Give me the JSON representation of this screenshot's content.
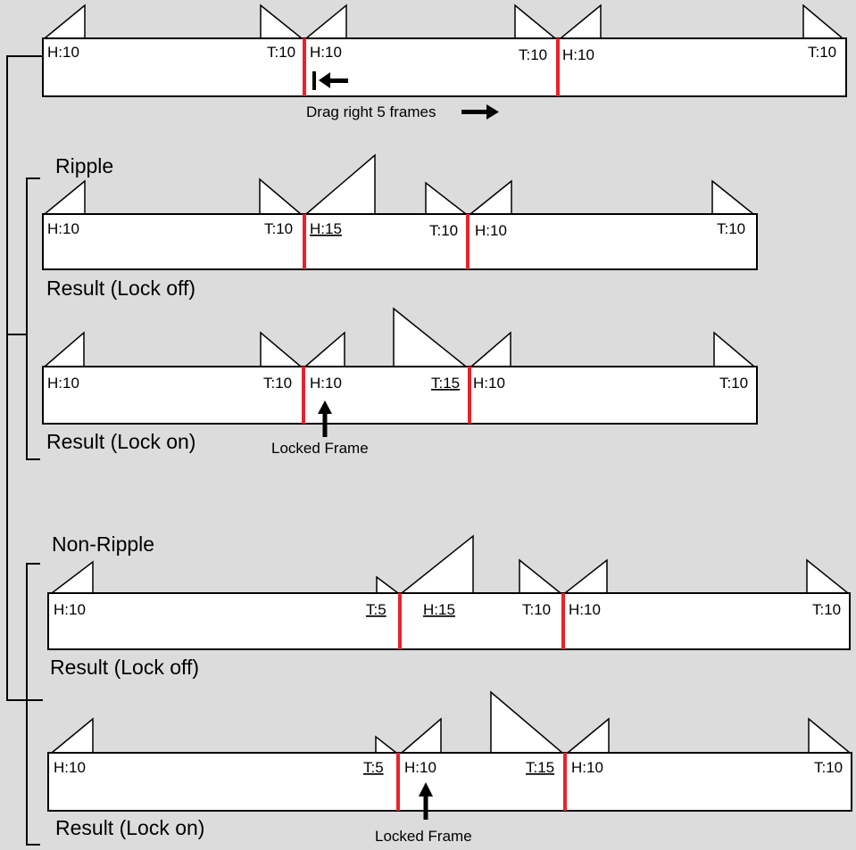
{
  "colors": {
    "background": "#dcdcdc",
    "cut_line": "#e8222b",
    "clip_fill": "#ffffff"
  },
  "top": {
    "labels": [
      "H:10",
      "T:10",
      "H:10",
      "T:10",
      "H:10",
      "T:10"
    ],
    "drag_text": "Drag right 5 frames"
  },
  "ripple": {
    "heading": "Ripple",
    "lock_off": {
      "labels": [
        "H:10",
        "T:10",
        "H:15",
        "T:10",
        "H:10",
        "T:10"
      ],
      "caption": "Result (Lock off)"
    },
    "lock_on": {
      "labels": [
        "H:10",
        "T:10",
        "H:10",
        "T:15",
        "H:10",
        "T:10"
      ],
      "caption": "Result (Lock on)",
      "annotation": "Locked Frame"
    }
  },
  "non_ripple": {
    "heading": "Non-Ripple",
    "lock_off": {
      "labels": [
        "H:10",
        "T:5",
        "H:15",
        "T:10",
        "H:10",
        "T:10"
      ],
      "caption": "Result (Lock off)"
    },
    "lock_on": {
      "labels": [
        "H:10",
        "T:5",
        "H:10",
        "T:15",
        "H:10",
        "T:10"
      ],
      "caption": "Result (Lock on)",
      "annotation": "Locked Frame"
    }
  }
}
